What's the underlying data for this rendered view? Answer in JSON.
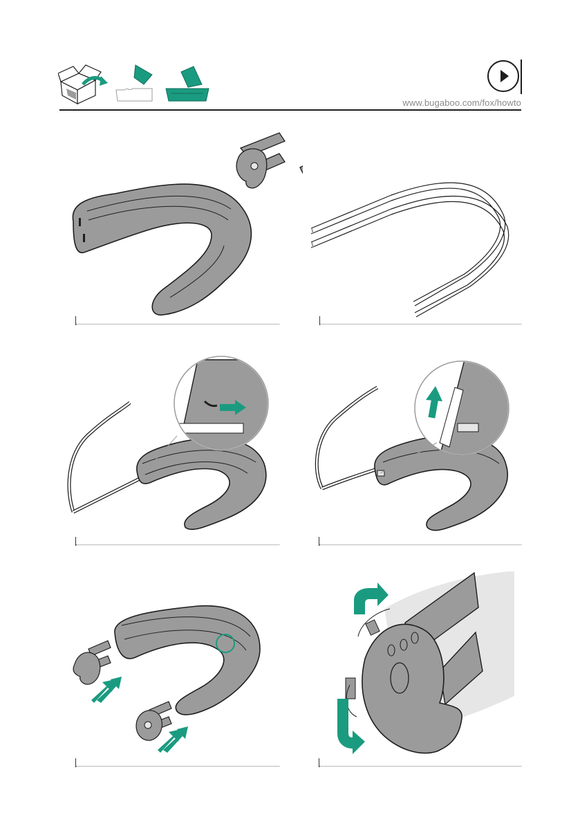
{
  "header": {
    "url": "www.bugaboo.com/fox/howto",
    "icons": [
      "box-unpack-icon",
      "canopy-frame-icon",
      "bassinet-icon"
    ],
    "play_icon": "play-icon"
  },
  "colors": {
    "accent": "#1a9b80",
    "part_fill": "#9b9b9b",
    "outline": "#1e1e1e",
    "light_fill": "#e6e6e6"
  },
  "steps": [
    {
      "id": "step-1",
      "arrow_color": "#1a9b80"
    },
    {
      "id": "step-2",
      "arrow_color": "#1a9b80"
    },
    {
      "id": "step-3",
      "arrow_color": "#1a9b80"
    },
    {
      "id": "step-4",
      "arrow_color": "#1a9b80"
    },
    {
      "id": "step-5",
      "arrow_color": "#1a9b80"
    },
    {
      "id": "step-6",
      "arrow_color": "#1a9b80"
    }
  ]
}
